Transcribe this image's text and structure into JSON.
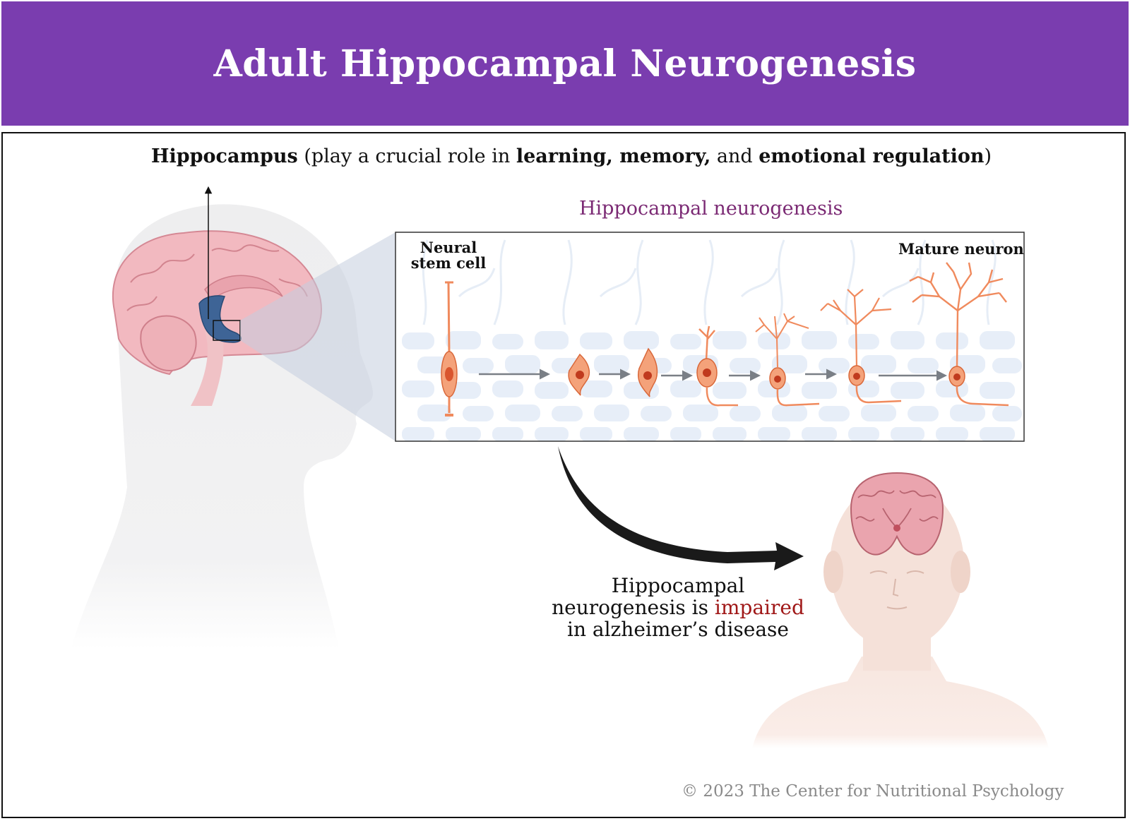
{
  "title": "Adult Hippocampal Neurogenesis",
  "header": {
    "term": "Hippocampus",
    "desc_pre": " (play a crucial role in ",
    "bold1": "learning, memory,",
    "mid": " and ",
    "bold2": "emotional regulation",
    "close": ")"
  },
  "panel": {
    "title": "Hippocampal neurogenesis",
    "stem_label_1": "Neural",
    "stem_label_2": "stem cell",
    "mature_label": "Mature neuron"
  },
  "impairment": {
    "line1": "Hippocampal",
    "line2_pre": "neurogenesis is ",
    "line2_highlight": "impaired",
    "line3": "in alzheimer’s disease"
  },
  "copyright": "© 2023 The Center for Nutritional Psychology",
  "colors": {
    "banner": "#7a3daf",
    "panel_title": "#7b2a74",
    "impaired": "#a01818",
    "neuron": "#f08a5d",
    "hippocampus": "#3e6496",
    "brain": "#f2b9c0"
  }
}
